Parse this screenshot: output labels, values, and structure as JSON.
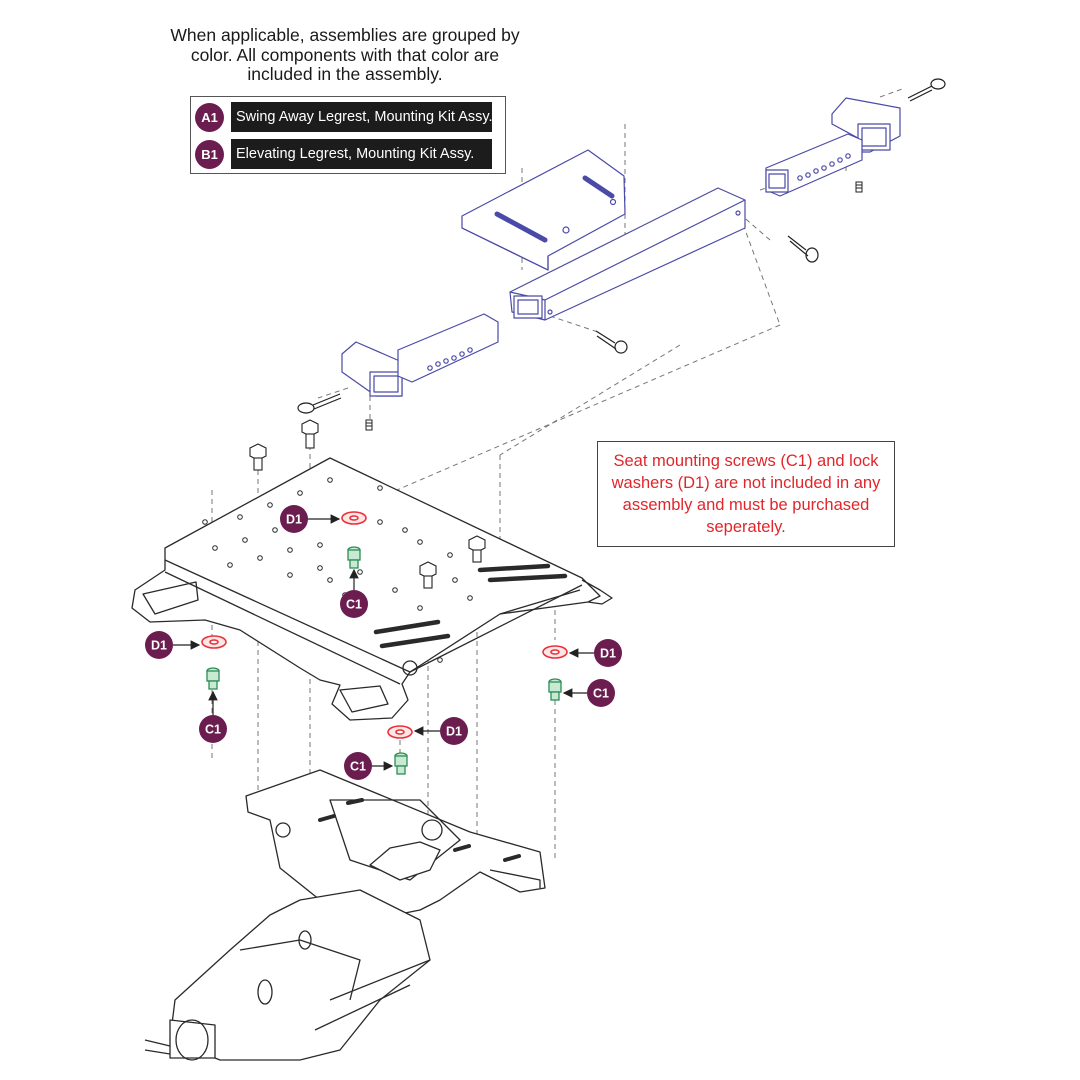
{
  "header_note": "When applicable, assemblies are grouped by color. All components with that color are included in the assembly.",
  "legend": [
    {
      "code": "A1",
      "label": "Swing Away Legrest, Mounting Kit Assy."
    },
    {
      "code": "B1",
      "label": "Elevating Legrest, Mounting Kit Assy."
    }
  ],
  "disclaimer": "Seat mounting screws (C1) and lock washers (D1) are not included in any assembly and must be purchased seperately.",
  "callouts": {
    "d1": "D1",
    "c1": "C1"
  },
  "colors": {
    "badge": "#6b1d4f",
    "assembly_a1": "#4a4aa8",
    "washer_d1": "#e8323a",
    "screw_c1": "#2e8b57",
    "disclaimer_text": "#e0262b",
    "line_art": "#2a2a2a"
  }
}
